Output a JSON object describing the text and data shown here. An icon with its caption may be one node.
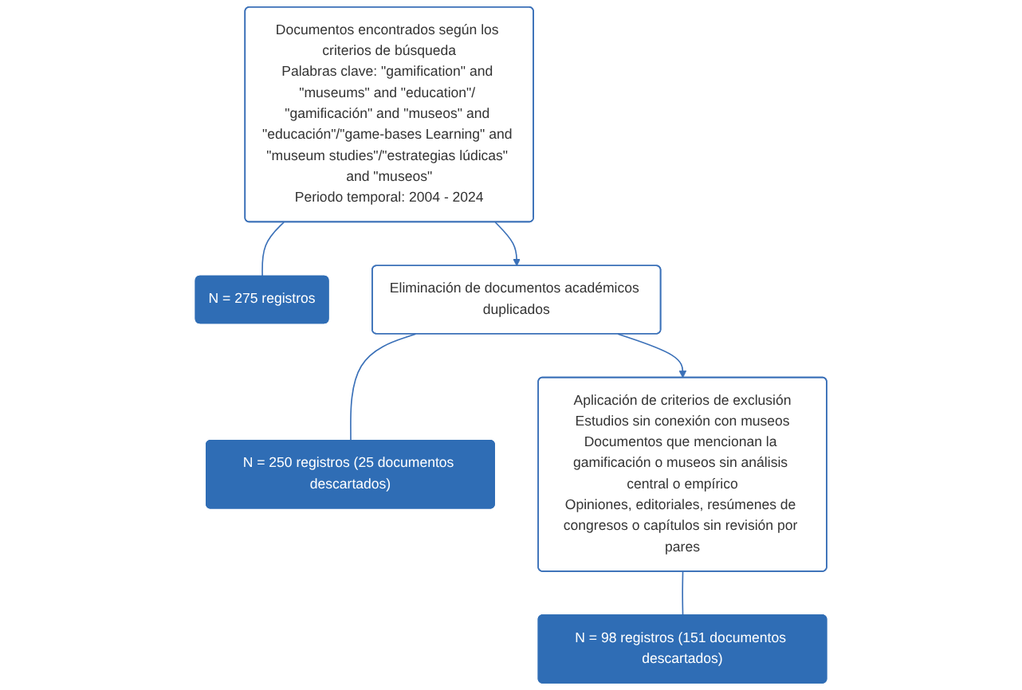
{
  "diagram": {
    "nodes": [
      {
        "text": [
          "Documentos encontrados según los criterios de búsqueda",
          "Palabras clave: \"gamification\" and \"museums\" and \"education\"/ \"gamificación\" and \"museos\" and \"educación\"/\"game-bases Learning\" and \"museum studies\"/\"estrategias lúdicas\" and \"museos\"",
          "Periodo temporal: 2004 - 2024"
        ]
      },
      {
        "text": [
          "N = 275 registros"
        ]
      },
      {
        "text": [
          "Eliminación de documentos académicos duplicados"
        ]
      },
      {
        "text": [
          "N = 250 registros (25 documentos descartados)"
        ]
      },
      {
        "text": [
          "Aplicación de criterios de exclusión",
          "Estudios sin conexión con museos",
          "Documentos que mencionan la gamificación o museos sin análisis central o empírico",
          "Opiniones, editoriales, resúmenes de congresos o capítulos sin revisión por pares"
        ]
      },
      {
        "text": [
          "N = 98 registros (151 documentos descartados)"
        ]
      }
    ],
    "edges": [
      {
        "from": 0,
        "to": 1,
        "arrow": "none"
      },
      {
        "from": 0,
        "to": 2,
        "arrow": "to"
      },
      {
        "from": 2,
        "to": 3,
        "arrow": "none"
      },
      {
        "from": 2,
        "to": 4,
        "arrow": "to"
      },
      {
        "from": 4,
        "to": 5,
        "arrow": "none"
      }
    ]
  }
}
